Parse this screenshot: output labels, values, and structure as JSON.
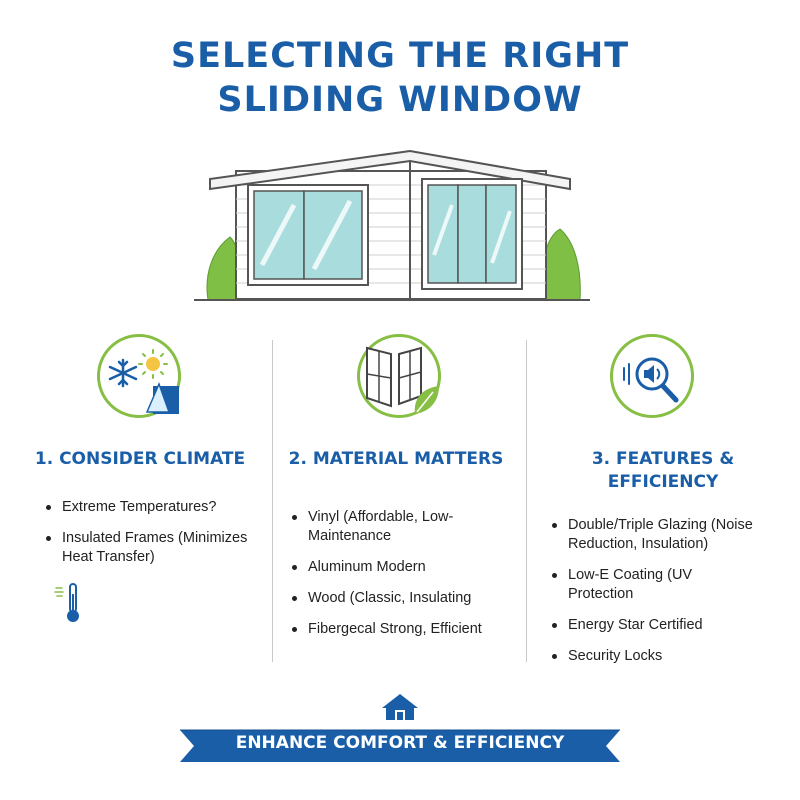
{
  "title": {
    "line1": "SELECTING THE RIGHT",
    "line2": "SLIDING WINDOW"
  },
  "colors": {
    "brand_blue": "#1a5ea8",
    "accent_green": "#86bf44",
    "glass": "#a9dcdc"
  },
  "illustration": {
    "icon": "house-with-sliding-windows-icon"
  },
  "columns": [
    {
      "icon": "climate-icon",
      "heading": "1. CONSIDER CLIMATE",
      "items": [
        "Extreme Temperatures?",
        "Insulated Frames (Minimizes Heat Transfer)"
      ],
      "extra_icon": "thermometer-icon"
    },
    {
      "icon": "window-leaf-icon",
      "heading": "2. MATERIAL MATTERS",
      "items": [
        "Vinyl (Affordable, Low-Maintenance",
        "Aluminum  Modern",
        "Wood (Classic, Insulating",
        "Fibergecal   Strong, Efficient"
      ]
    },
    {
      "icon": "sound-search-icon",
      "heading_line1": "3. FEATURES &",
      "heading_line2": "EFFICIENCY",
      "items": [
        "Double/Triple Glazing (Noise Reduction, Insulation)",
        "Low-E Coating (UV Protection",
        "Energy Star Certified",
        "Security Locks"
      ]
    }
  ],
  "banner": {
    "label": "ENHANCE COMFORT & EFFICIENCY",
    "icon": "house-icon"
  }
}
